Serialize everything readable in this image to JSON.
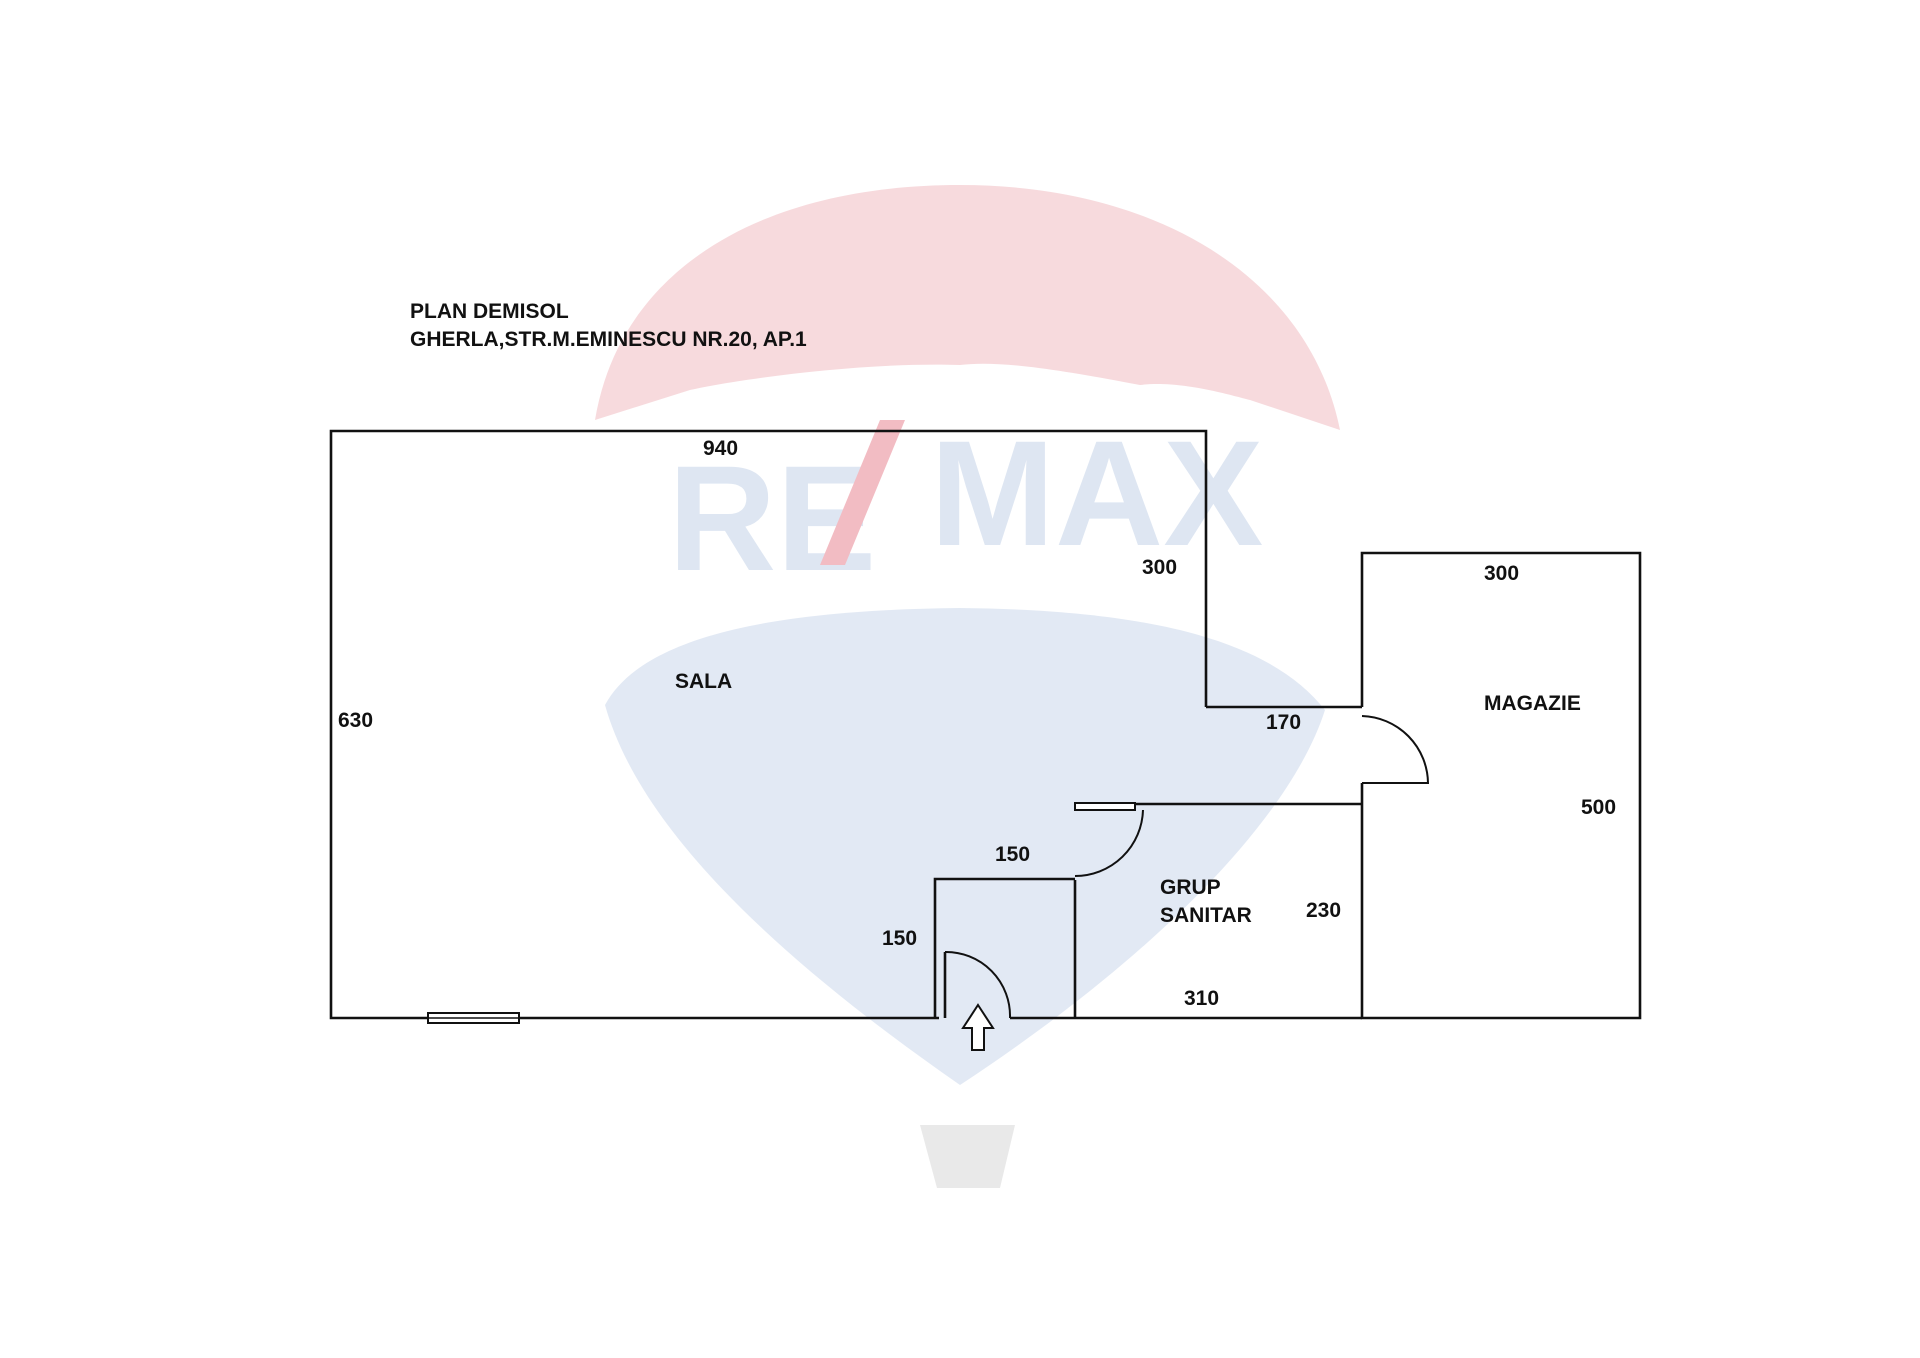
{
  "header": {
    "title_line1": "PLAN DEMISOL",
    "title_line2": "GHERLA,STR.M.EMINESCU NR.20, AP.1"
  },
  "watermark": {
    "text_left": "RE",
    "text_right": "MAX",
    "colors": {
      "red": "#f4cbd0",
      "blue": "#d6e0ef"
    }
  },
  "rooms": {
    "sala": "SALA",
    "magazie": "MAGAZIE",
    "grup_line1": "GRUP",
    "grup_line2": "SANITAR"
  },
  "dimensions": {
    "sala_top": "940",
    "sala_left": "630",
    "sala_right": "300",
    "corridor": "170",
    "magazie_top": "300",
    "magazie_side": "500",
    "vestibule_top": "150",
    "vestibule_side": "150",
    "grup_side": "230",
    "grup_bottom": "310"
  }
}
